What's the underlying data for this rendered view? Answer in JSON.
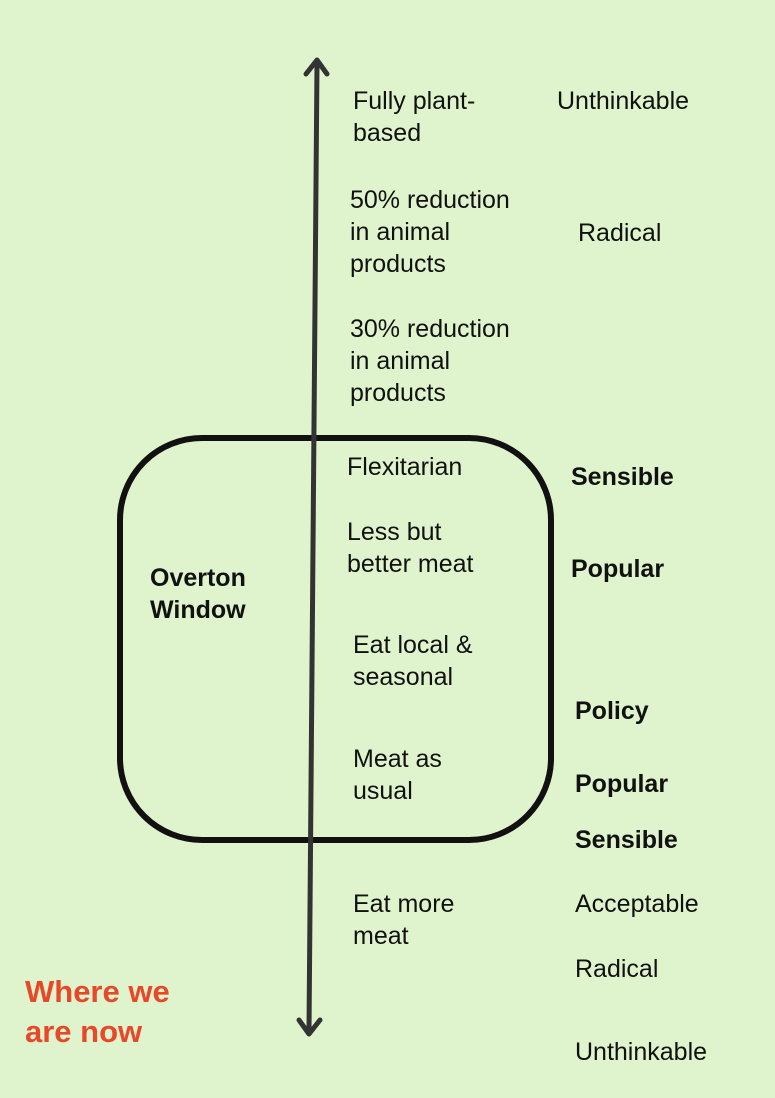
{
  "colors": {
    "background": "#dff3cc",
    "text": "#111111",
    "line": "#111111",
    "accent": "#e8482a"
  },
  "window_label": "Overton\nWindow",
  "current_marker": "Where we\nare now",
  "positions": [
    "Fully plant-\nbased",
    "50% reduction\nin animal\nproducts",
    "30% reduction\nin animal\nproducts",
    "Flexitarian",
    "Less but\nbetter meat",
    "Eat local &\nseasonal",
    "Meat as\nusual",
    "Eat more\nmeat"
  ],
  "ratings": [
    "Unthinkable",
    "Radical",
    "Sensible",
    "Popular",
    "Policy",
    "Popular",
    "Sensible",
    "Acceptable",
    "Radical",
    "Unthinkable"
  ]
}
